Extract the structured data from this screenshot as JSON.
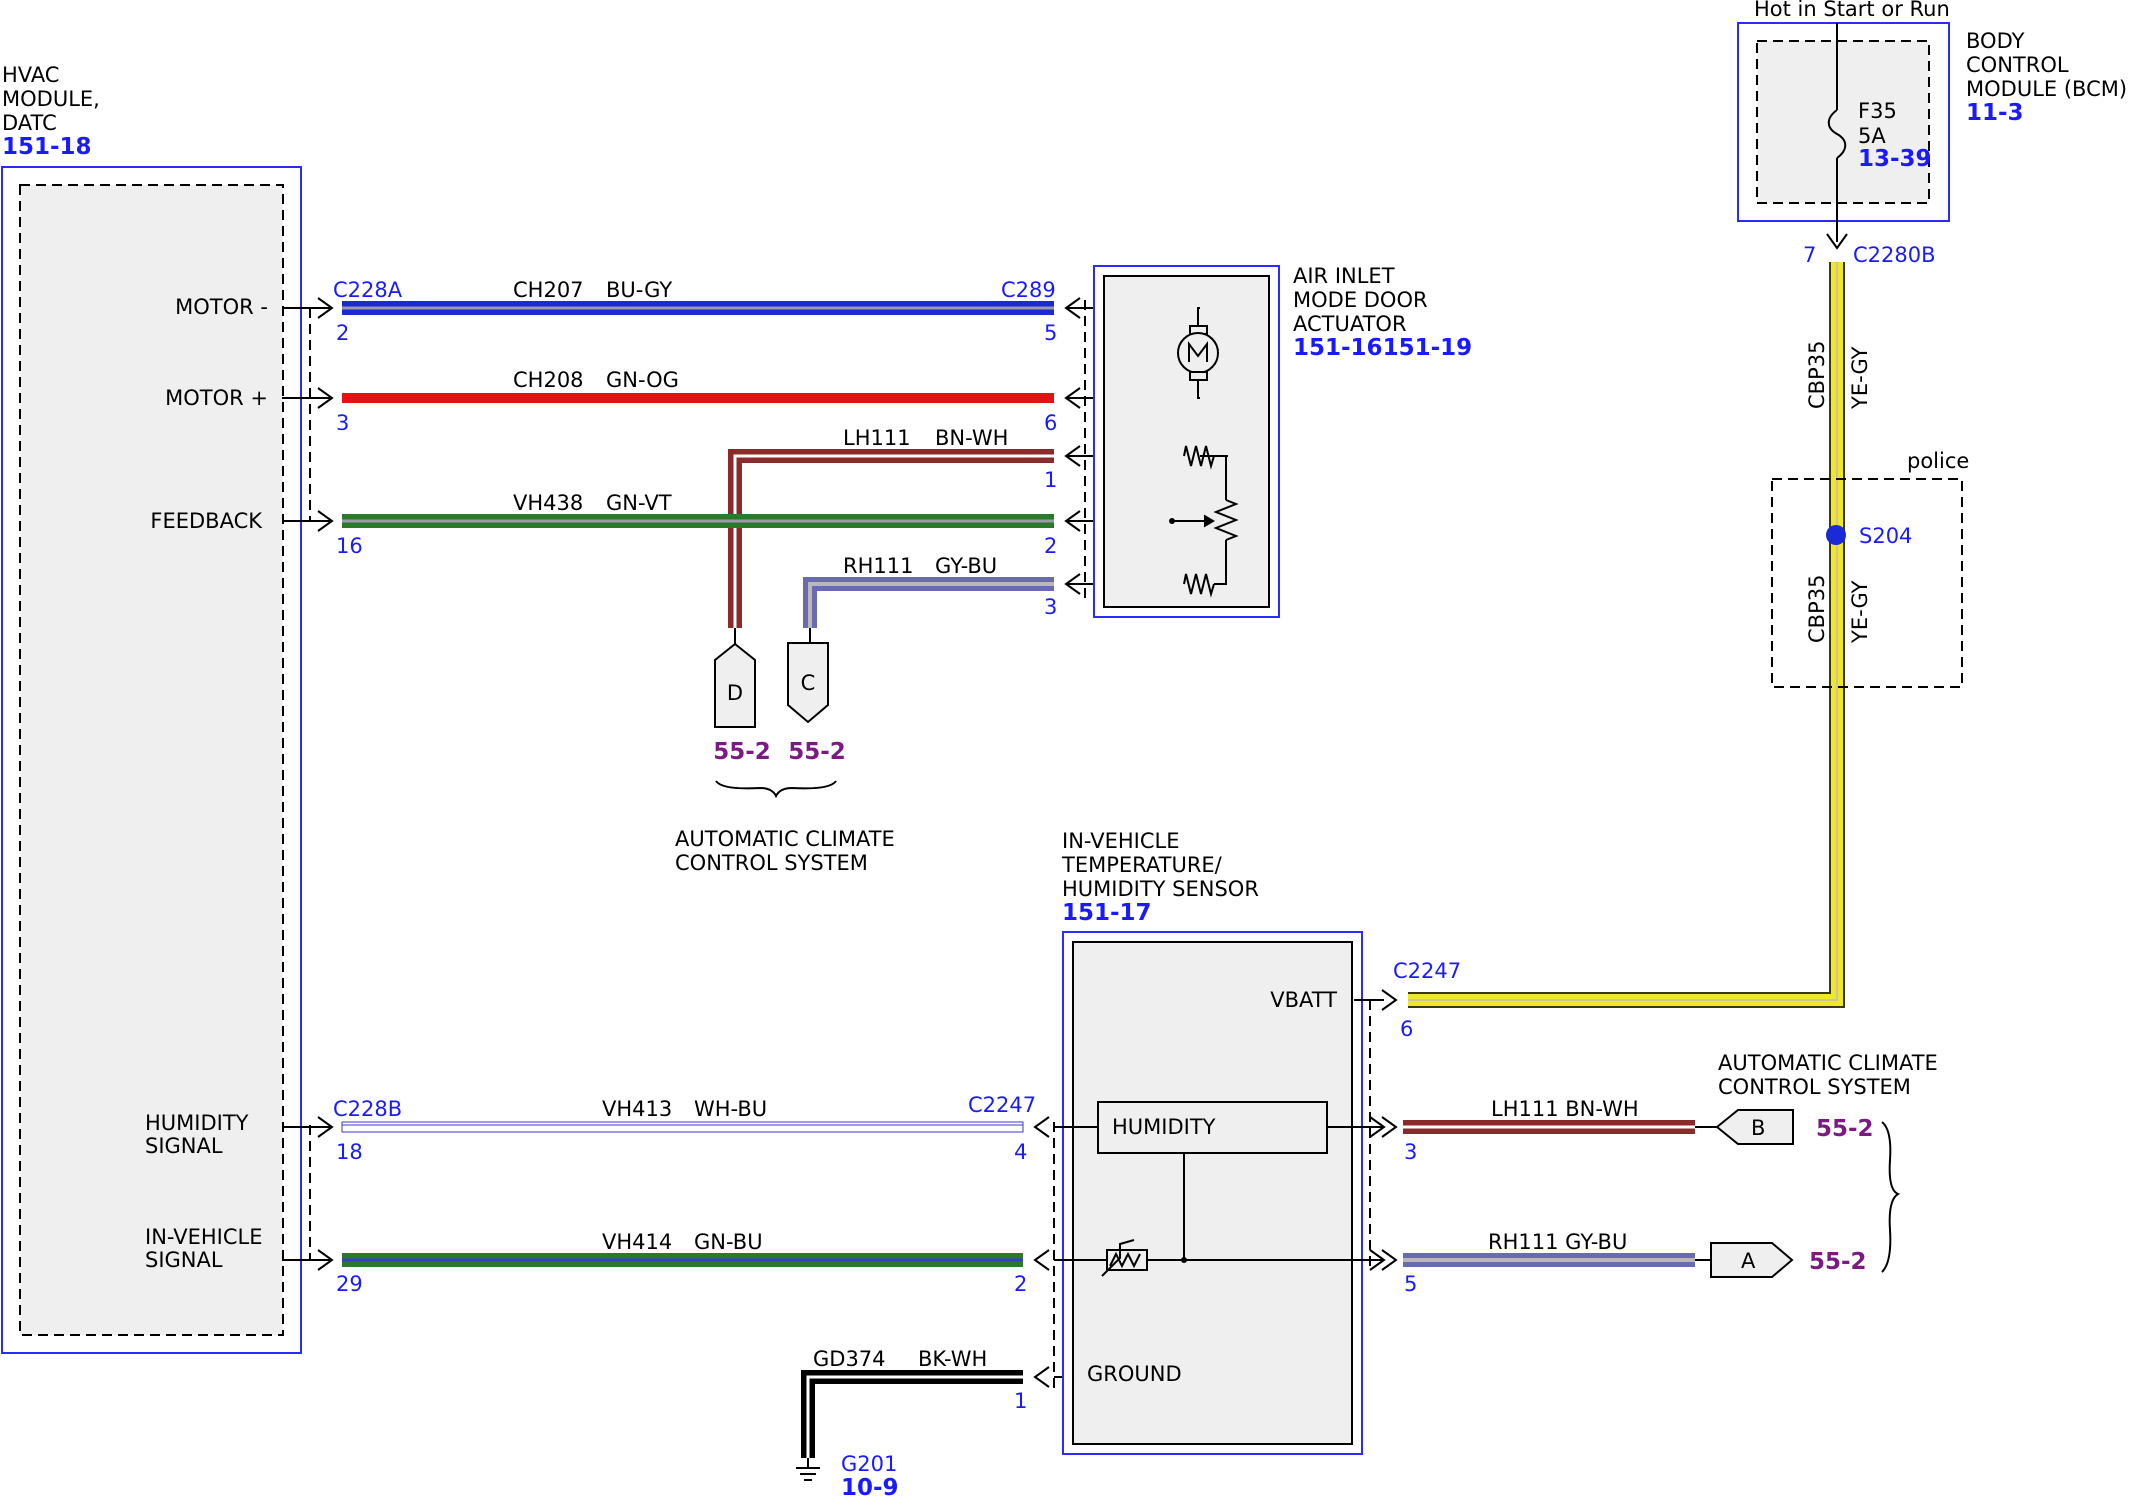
{
  "hvac": {
    "line1": "HVAC",
    "line2": "MODULE,",
    "line3": "DATC",
    "ref": "151-18"
  },
  "bcm": {
    "line1": "BODY",
    "line2": "CONTROL",
    "line3": "MODULE (BCM)",
    "ref": "11-3",
    "power_note": "Hot in Start or Run",
    "fuse": "F35",
    "fuse_rating": "5A",
    "fuse_ref": "13-39",
    "pin": "7",
    "connector": "C2280B"
  },
  "actuator": {
    "line1": "AIR INLET",
    "line2": "MODE DOOR",
    "line3": "ACTUATOR",
    "ref": "151-16151-19"
  },
  "sensor": {
    "line1": "IN-VEHICLE",
    "line2": "TEMPERATURE/",
    "line3": "HUMIDITY SENSOR",
    "ref": "151-17",
    "vbatt": "VBATT",
    "humidity": "HUMIDITY",
    "ground": "GROUND"
  },
  "hvac_signals": {
    "motor_minus": "MOTOR -",
    "motor_plus": "MOTOR +",
    "feedback": "FEEDBACK",
    "humidity_1": "HUMIDITY",
    "humidity_2": "SIGNAL",
    "invehicle_1": "IN-VEHICLE",
    "invehicle_2": "SIGNAL"
  },
  "connectors": {
    "c228a": "C228A",
    "c289": "C289",
    "c228b": "C228B",
    "c2247_left": "C2247",
    "c2247_right": "C2247"
  },
  "wires": {
    "ch207": {
      "circuit": "CH207",
      "color": "BU-GY",
      "pin_left": "2",
      "pin_right": "5"
    },
    "ch208": {
      "circuit": "CH208",
      "color": "GN-OG",
      "pin_left": "3",
      "pin_right": "6"
    },
    "lh111": {
      "circuit": "LH111",
      "color": "BN-WH",
      "pin_right": "1"
    },
    "vh438": {
      "circuit": "VH438",
      "color": "GN-VT",
      "pin_left": "16",
      "pin_right": "2"
    },
    "rh111": {
      "circuit": "RH111",
      "color": "GY-BU",
      "pin_right": "3"
    },
    "vh413": {
      "circuit": "VH413",
      "color": "WH-BU",
      "pin_left": "18",
      "pin_right": "4"
    },
    "vh414": {
      "circuit": "VH414",
      "color": "GN-BU",
      "pin_left": "29",
      "pin_right": "2"
    },
    "gd374": {
      "circuit": "GD374",
      "color": "BK-WH",
      "pin": "1"
    },
    "cbp35_upper": {
      "circuit": "CBP35",
      "color": "YE-GY"
    },
    "cbp35_lower": {
      "circuit": "CBP35",
      "color": "YE-GY"
    },
    "vbatt_pin": "6",
    "lh111_right": {
      "label": "LH111 BN-WH",
      "pin": "3"
    },
    "rh111_right": {
      "label": "RH111 GY-BU",
      "pin": "5"
    }
  },
  "splice": {
    "name": "S204",
    "option": "police"
  },
  "ground": {
    "name": "G201",
    "ref": "10-9"
  },
  "offpage": {
    "d": {
      "letter": "D",
      "ref": "55-2"
    },
    "c": {
      "letter": "C",
      "ref": "55-2"
    },
    "b": {
      "letter": "B",
      "ref": "55-2"
    },
    "a": {
      "letter": "A",
      "ref": "55-2"
    },
    "group_mid_1": "AUTOMATIC CLIMATE",
    "group_mid_2": "CONTROL SYSTEM",
    "group_right_1": "AUTOMATIC CLIMATE",
    "group_right_2": "CONTROL SYSTEM"
  },
  "colors": {
    "blue": "#1a2bd6",
    "red": "#e41212",
    "green": "#2a7a2a",
    "brown": "#8b2a2a",
    "gray": "#9a9a9a",
    "yellow": "#f0e62a",
    "black": "#000000",
    "frame": "#2b2bff",
    "pin_text": "#1a1aff",
    "ref_purple": "#7a1a82"
  }
}
